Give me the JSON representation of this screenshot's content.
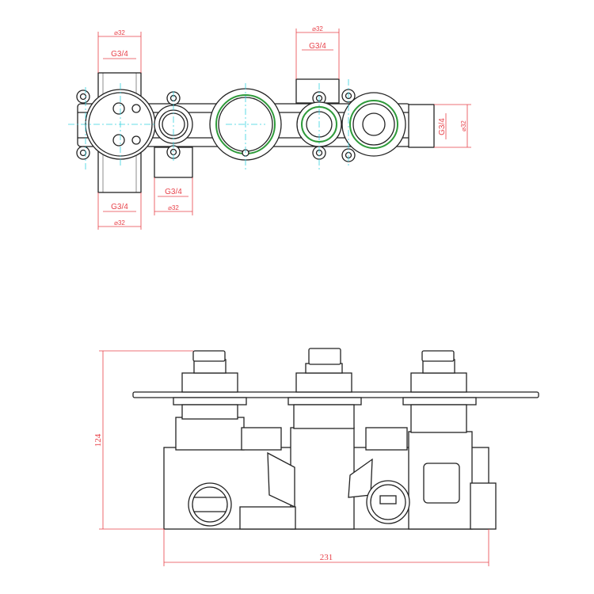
{
  "top_view": {
    "dims": {
      "left_top_dia": "⌀32",
      "left_top_thread": "G3/4",
      "mid_top_dia": "⌀32",
      "mid_top_thread": "G3/4",
      "right_thread": "G3/4",
      "right_dia": "⌀32",
      "bottom_mid_thread": "G3/4",
      "bottom_mid_dia": "⌀32",
      "bottom_left_thread": "G3/4",
      "bottom_left_dia": "⌀32"
    }
  },
  "front_view": {
    "height": "124",
    "width": "231"
  },
  "colors": {
    "dimension": "#e8424a",
    "centerline": "#36d3e0",
    "seal": "#2e9a3a",
    "outline": "#222222"
  }
}
